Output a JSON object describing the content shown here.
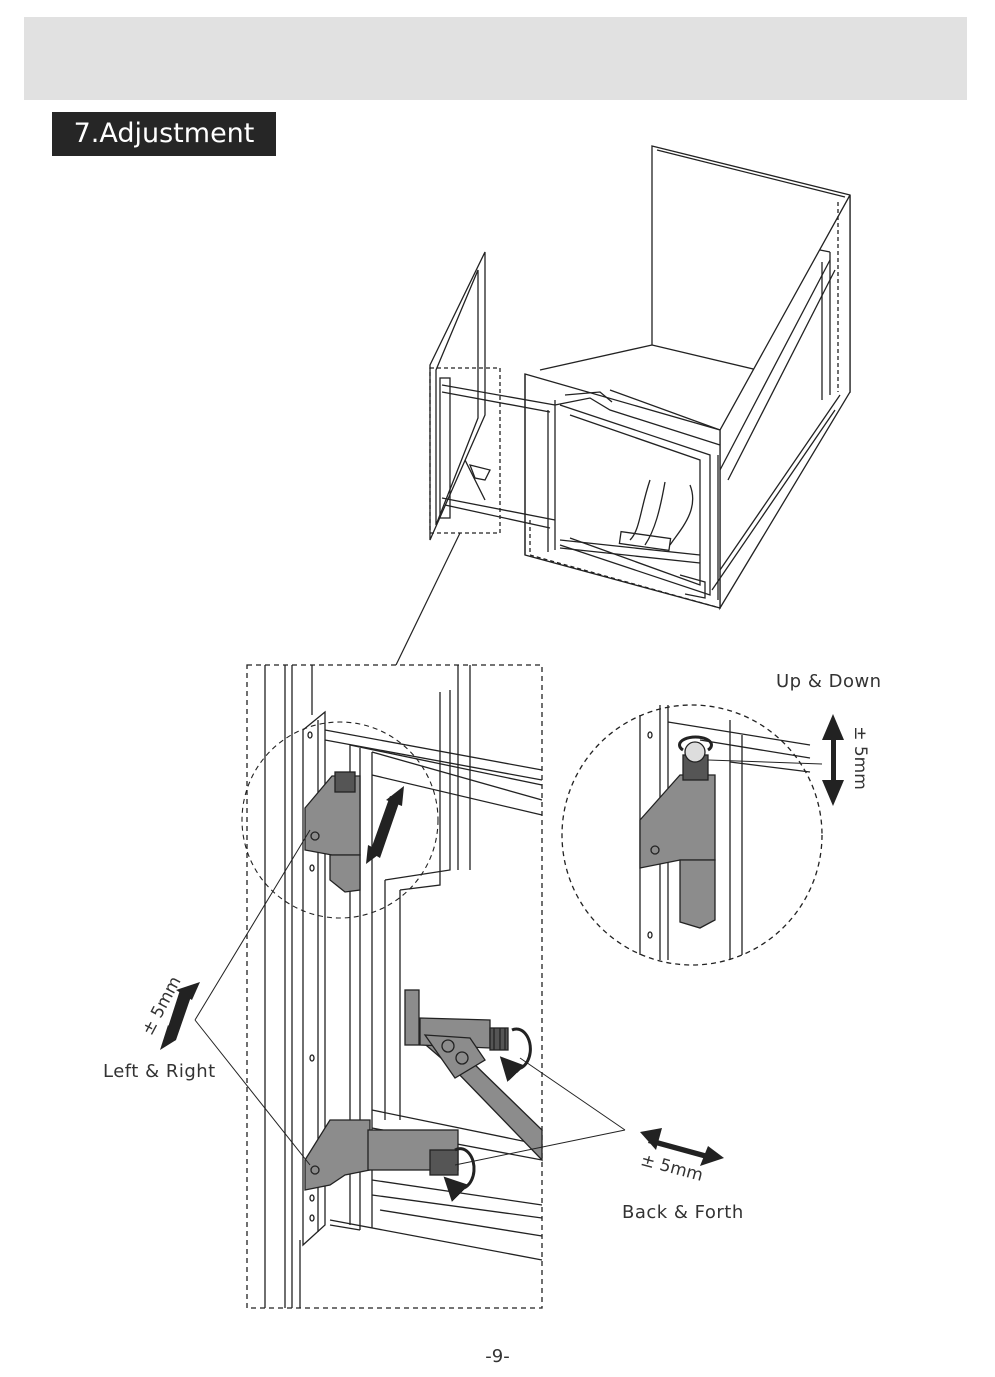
{
  "header": {
    "section_title": "7.Adjustment"
  },
  "annotations": {
    "up_down": {
      "label": "Up & Down",
      "tolerance": "± 5mm"
    },
    "left_right": {
      "label": "Left & Right",
      "tolerance": "± 5mm"
    },
    "back_forth": {
      "label": "Back & Forth",
      "tolerance": "± 5mm"
    }
  },
  "footer": {
    "page_number": "-9-"
  },
  "colors": {
    "title_bg": "#262626",
    "band": "#e1e1e1",
    "hinge": "#8c8c8c",
    "line": "#222222"
  }
}
